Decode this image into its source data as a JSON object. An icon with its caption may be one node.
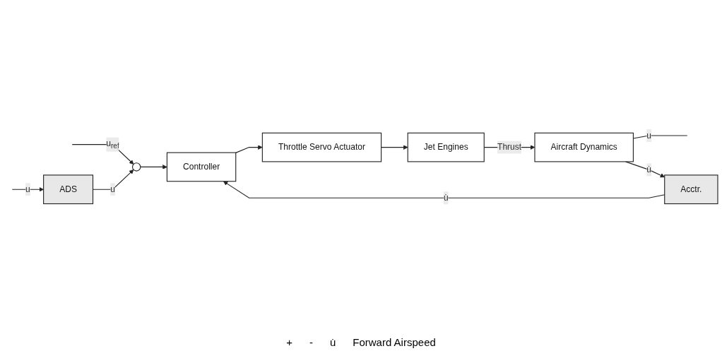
{
  "diagram": {
    "nodes": [
      {
        "text": [],
        "shape": "circle"
      },
      {
        "text": [
          "Controller"
        ]
      },
      {
        "text": [
          "Throttle Servo Actuator"
        ]
      },
      {
        "text": [
          "Jet Engines"
        ]
      },
      {
        "text": [
          "Aircraft Dynamics"
        ]
      },
      {
        "text": [
          "Acctr."
        ]
      },
      {
        "text": [
          "ADS"
        ]
      }
    ],
    "edges": [
      {
        "from": null,
        "to": 0,
        "arrow": "to",
        "label": "u$_{ref}$"
      },
      {
        "from": 0,
        "to": 1,
        "arrow": "to"
      },
      {
        "from": 1,
        "to": 2,
        "arrow": "to"
      },
      {
        "from": 2,
        "to": 3,
        "arrow": "to"
      },
      {
        "from": 3,
        "to": 4,
        "arrow": "to",
        "label": "Thrust"
      },
      {
        "from": 4,
        "to": null,
        "arrow": "none",
        "label": "u"
      },
      {
        "from": 4,
        "to": 5,
        "arrow": "to",
        "label": "u̇"
      },
      {
        "from": 5,
        "to": 1,
        "arrow": "to",
        "label": "u̇"
      },
      {
        "from": null,
        "to": 6,
        "arrow": "to",
        "label": "u"
      },
      {
        "from": 6,
        "to": 0,
        "arrow": "to",
        "label": "u"
      }
    ],
    "labels": [
      "+",
      "-",
      "u̇",
      "Forward Airspeed"
    ]
  }
}
